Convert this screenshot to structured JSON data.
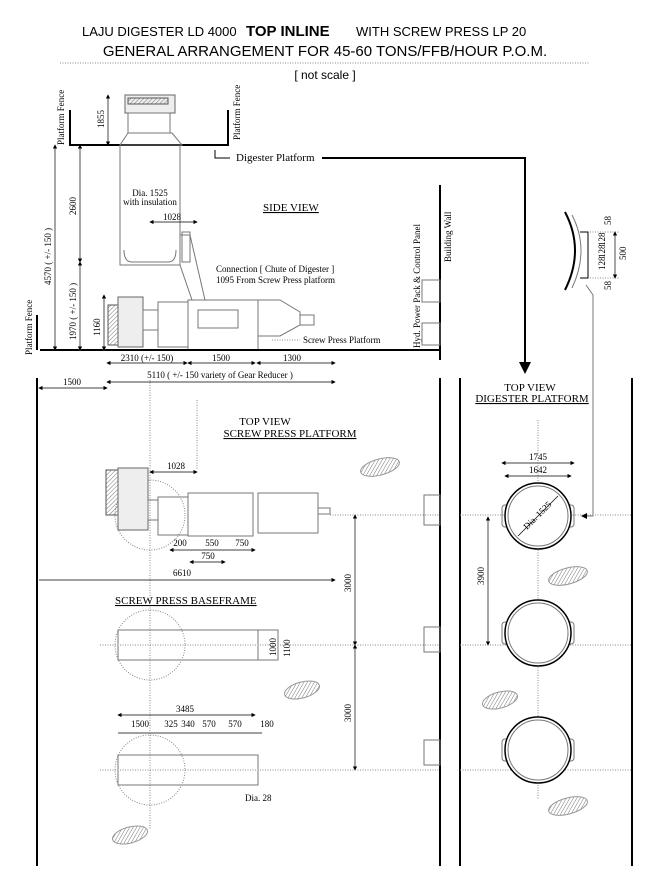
{
  "title": {
    "line1_prefix": "LAJU DIGESTER LD 4000",
    "line1_bold": "TOP INLINE",
    "line1_suffix": "WITH SCREW PRESS LP 20",
    "line2": "GENERAL ARRANGEMENT FOR 45-60 TONS/FFB/HOUR  P.O.M.",
    "note": "[ not scale ]"
  },
  "side_view": {
    "label": "SIDE VIEW",
    "platform_fence": "Platform Fence",
    "digester_platform": "Digester Platform",
    "screw_press_platform": "Screw Press Platform",
    "building_wall": "Building Wall",
    "hyd_panel": "Hyd. Power Pack & Control Panel",
    "dia_label": "Dia. 1525",
    "insulation": "with insulation",
    "connection_line1": "Connection [ Chute of  Digester ]",
    "connection_line2": "1095 From Screw Press platform",
    "dims": {
      "d1855": "1855",
      "d2600": "2600",
      "d4570": "4570 ( +/- 150 )",
      "d1970": "1970 ( +/- 150 )",
      "d1160": "1160",
      "d1028": "1028",
      "d2310": "2310 (+/- 150)",
      "d1500": "1500",
      "d1300": "1300",
      "d5110": "5110  ( +/- 150 variety of Gear Reducer )",
      "d1500_left": "1500"
    }
  },
  "top_view_press": {
    "label1": "TOP VIEW",
    "label2": "SCREW PRESS PLATFORM",
    "dims": {
      "d1028": "1028",
      "d200": "200",
      "d550": "550",
      "d750a": "750",
      "d750b": "750",
      "d6610": "6610",
      "d3000a": "3000",
      "d3000b": "3000"
    }
  },
  "baseframe": {
    "label": "SCREW PRESS BASEFRAME",
    "dims": {
      "d1000": "1000",
      "d1100": "1100",
      "d3485": "3485",
      "d1500": "1500",
      "d325": "325",
      "d340": "340",
      "d570a": "570",
      "d570b": "570",
      "d180": "180",
      "dia28": "Dia. 28"
    }
  },
  "top_view_digester": {
    "label1": "TOP VIEW",
    "label2": "DIGESTER PLATFORM",
    "dims": {
      "d1745": "1745",
      "d1642": "1642",
      "dia": "Dia. 1525",
      "d3900": "3900"
    }
  },
  "detail": {
    "dims": {
      "d58a": "58",
      "d128a": "128",
      "d128b": "128",
      "d128c": "128",
      "d58b": "58",
      "d500": "500"
    }
  }
}
